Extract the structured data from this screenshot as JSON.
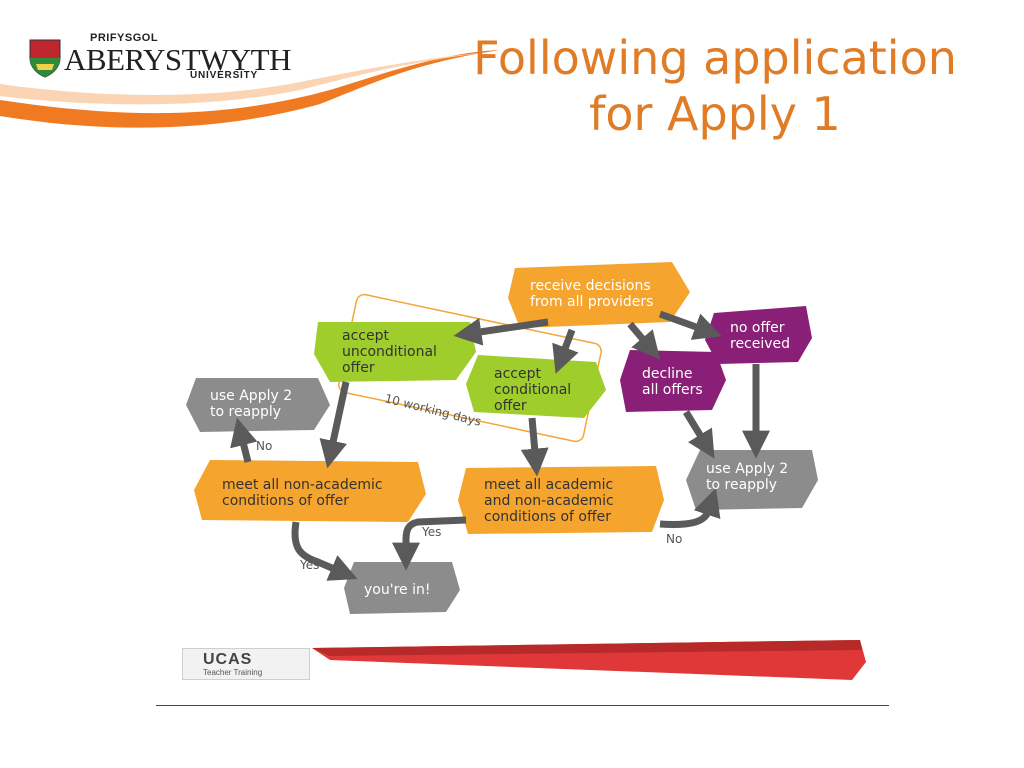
{
  "header": {
    "title_line1": "Following application",
    "title_line2": "for Apply 1"
  },
  "logo": {
    "prefix": "PRIFYSGOL",
    "name": "ABERYSTWYTH",
    "suffix": "UNIVERSITY"
  },
  "flowchart": {
    "receive": [
      "receive decisions",
      "from all providers"
    ],
    "no_offer": [
      "no offer",
      "received"
    ],
    "accept_unconditional": [
      "accept",
      "unconditional",
      "offer"
    ],
    "accept_conditional": [
      "accept",
      "conditional",
      "offer"
    ],
    "decline": [
      "decline",
      "all offers"
    ],
    "use_apply2_left": [
      "use Apply 2",
      "to reapply"
    ],
    "use_apply2_right": [
      "use Apply 2",
      "to reapply"
    ],
    "meet_nonacademic": [
      "meet all non-academic",
      "conditions of offer"
    ],
    "meet_academic": [
      "meet all academic",
      "and non-academic",
      "conditions of offer"
    ],
    "youre_in": "you're in!",
    "working_days": "10 working days",
    "label_no_left": "No",
    "label_yes_left": "Yes",
    "label_yes_mid": "Yes",
    "label_no_right": "No"
  },
  "footer": {
    "ucas_name": "UCAS",
    "ucas_sub": "Teacher Training"
  },
  "colors": {
    "title": "#e07b26",
    "orange_box": "#f5a42e",
    "green_box": "#9fcd2c",
    "purple_box": "#8a1f78",
    "grey_box": "#8c8c8c",
    "arrow": "#5a5a5a",
    "swoosh": "#f07a22",
    "red_band": "#e03838"
  }
}
